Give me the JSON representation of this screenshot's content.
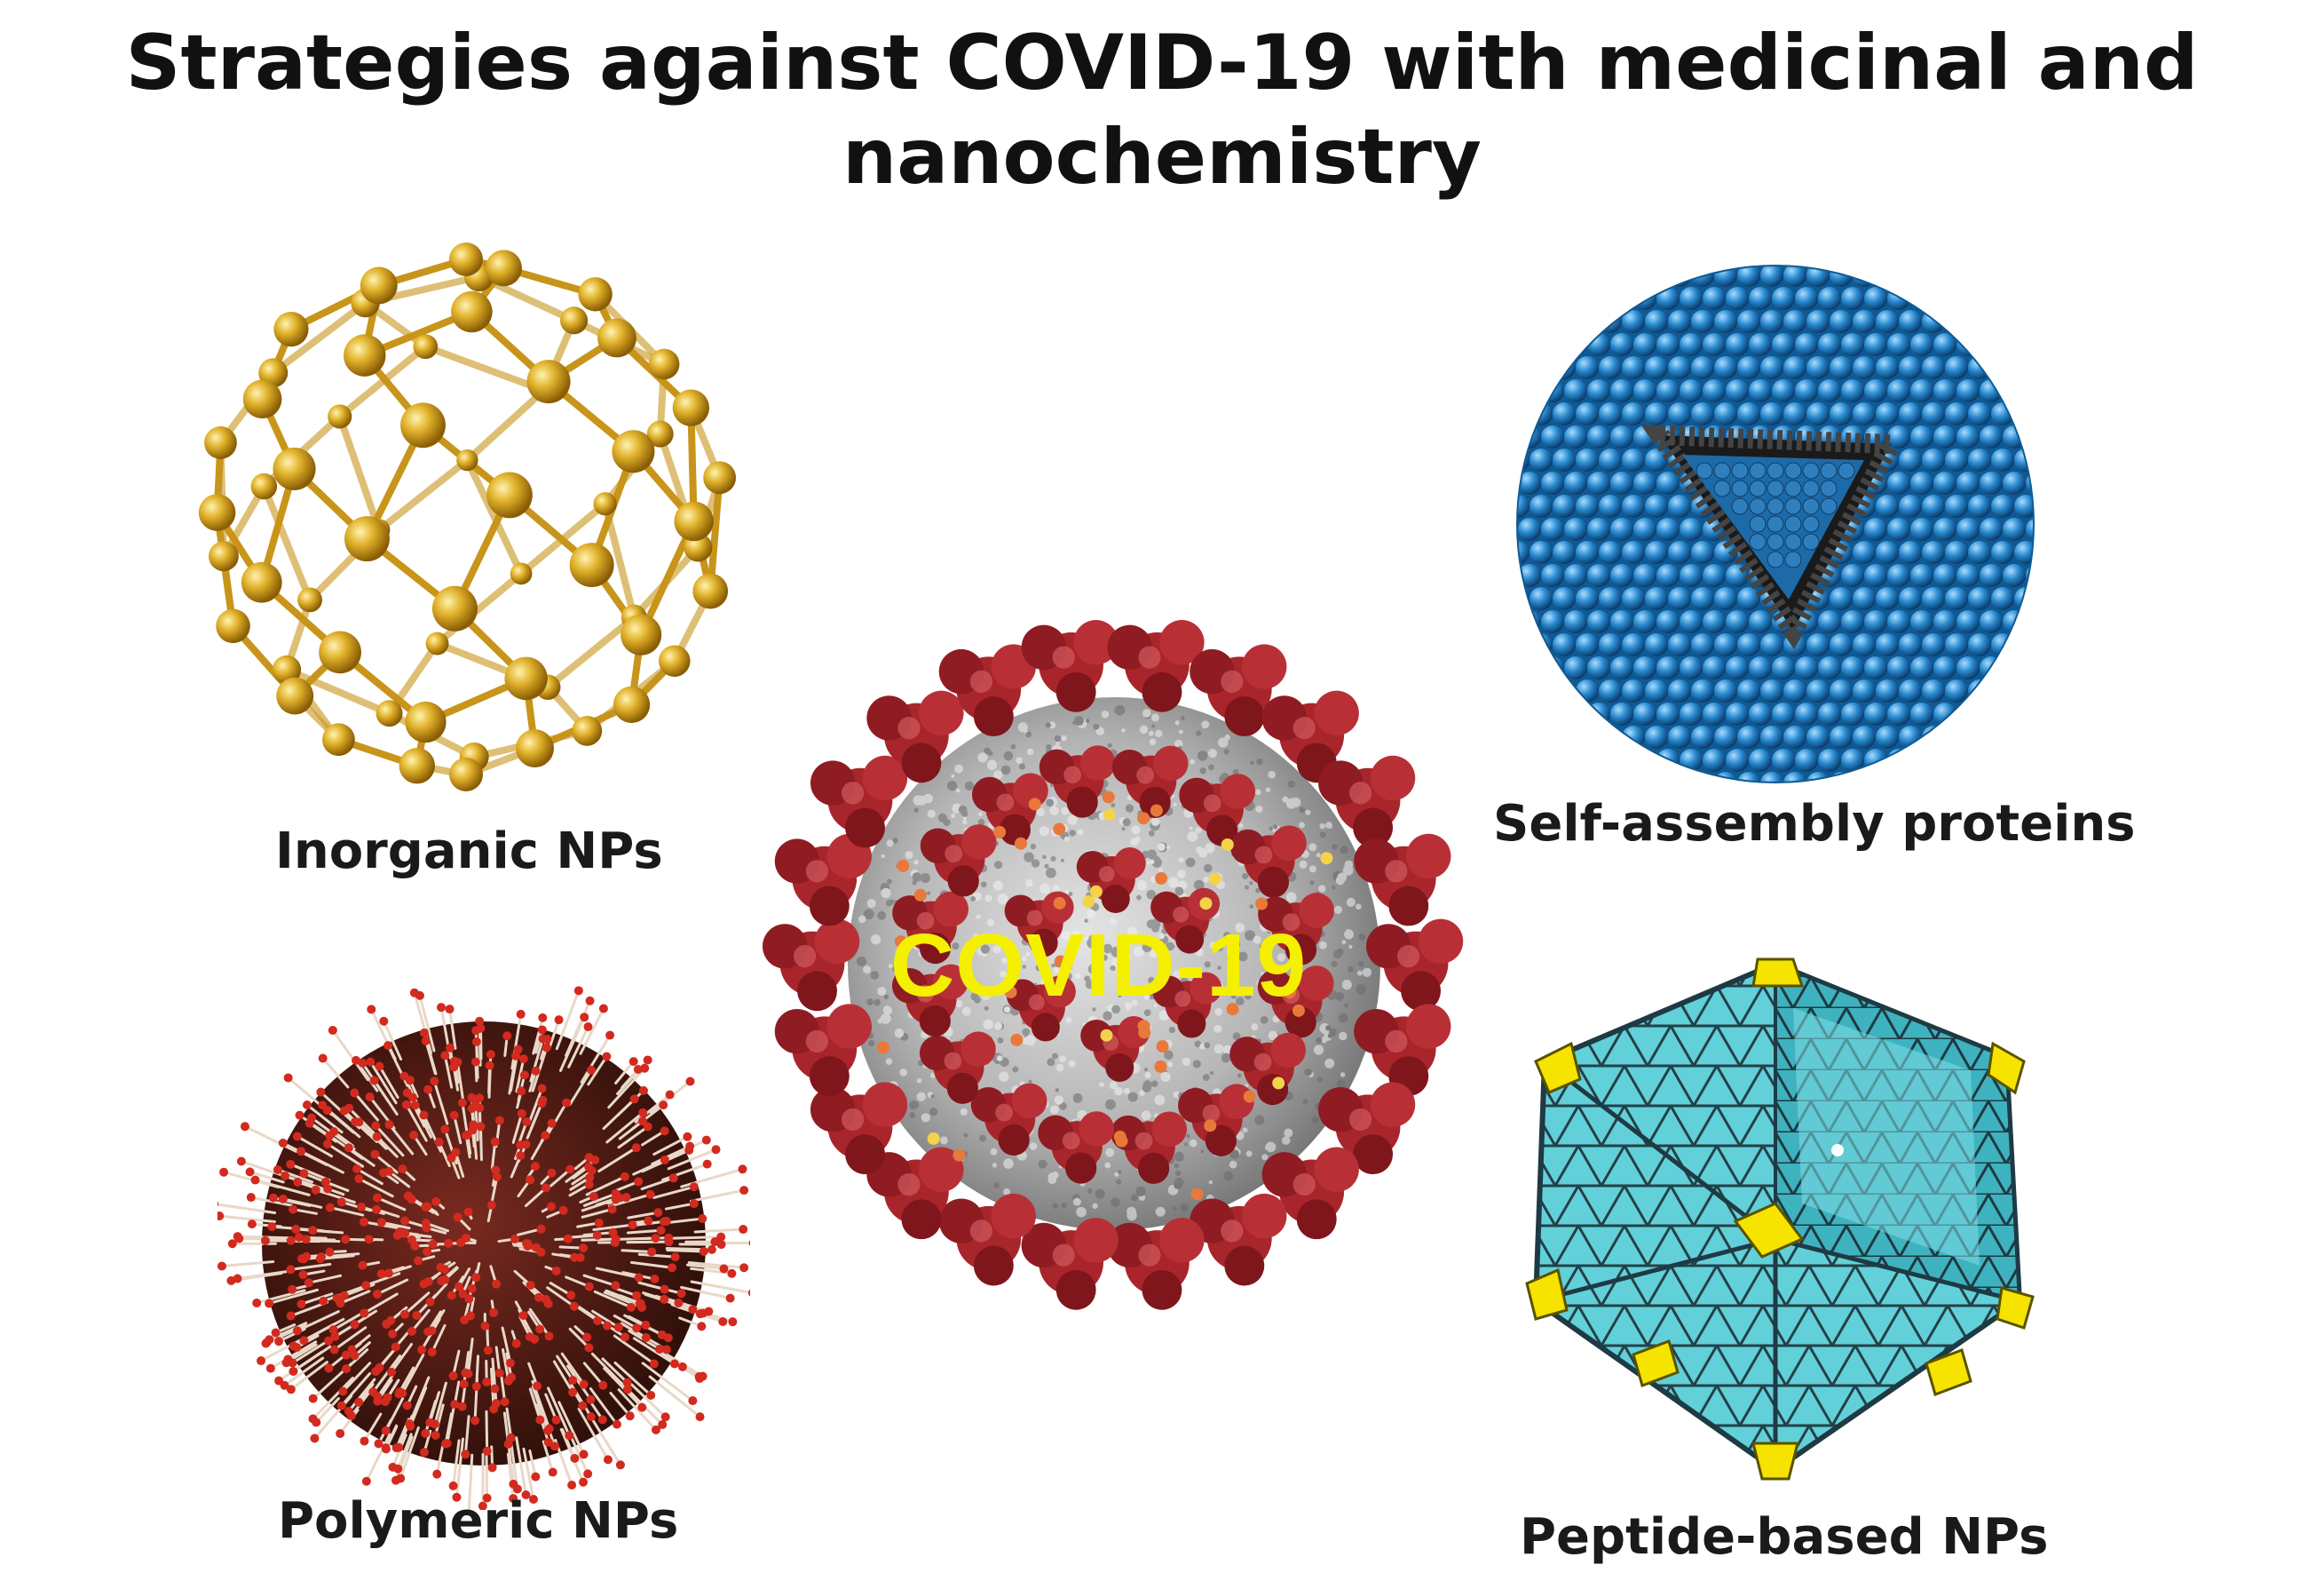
{
  "title": {
    "line1": "Strategies against COVID-19 with medicinal and",
    "line2": "nanochemistry"
  },
  "center": {
    "label": "COVID-19",
    "icon": "coronavirus-icon"
  },
  "panels": [
    {
      "label": "Inorganic NPs",
      "icon": "gold-fullerene-cage-icon"
    },
    {
      "label": "Self-assembly proteins",
      "icon": "blue-protein-cage-icon"
    },
    {
      "label": "Polymeric NPs",
      "icon": "polymeric-sphere-icon"
    },
    {
      "label": "Peptide-based NPs",
      "icon": "peptide-icosahedron-icon"
    }
  ],
  "colors": {
    "gold": "#d9a520",
    "blue": "#1f7fc4",
    "virus_red": "#a8262b",
    "virus_gray": "#b9b9b9",
    "cyan": "#5fd3dd",
    "yellow": "#f4f000"
  }
}
